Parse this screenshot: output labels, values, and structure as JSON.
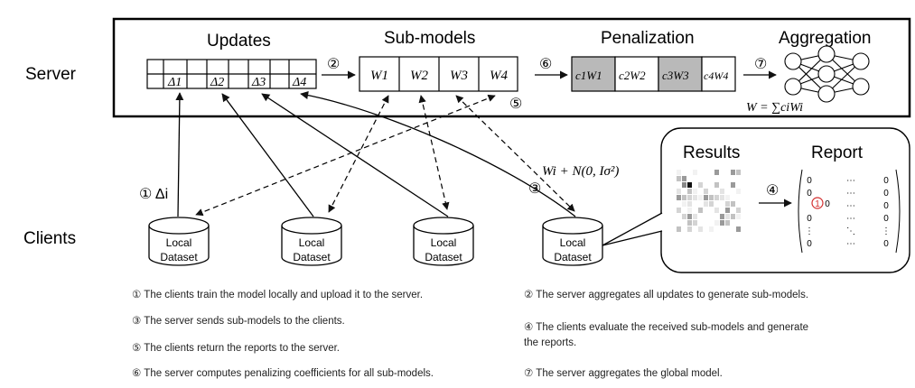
{
  "rows": {
    "server": "Server",
    "clients": "Clients"
  },
  "stages": {
    "updates": "Updates",
    "submodels": "Sub-models",
    "penalization": "Penalization",
    "aggregation": "Aggregation",
    "results": "Results",
    "report": "Report"
  },
  "updates_labels": [
    "Δ1",
    "Δ2",
    "Δ3",
    "Δ4"
  ],
  "submodel_labels": [
    "W1",
    "W2",
    "W3",
    "W4"
  ],
  "penalized_labels": [
    "c1W1",
    "c2W2",
    "c3W3",
    "c4W4"
  ],
  "penalized_highlight": [
    true,
    false,
    true,
    false
  ],
  "aggregation_formula": "W = ∑ciWi",
  "noise_formula": "Wi + N(0, Iσ²)",
  "step_marks": {
    "s1": "① Δi",
    "s2": "②",
    "s3": "③",
    "s4": "④",
    "s5": "⑤",
    "s6": "⑥",
    "s7": "⑦"
  },
  "clients": [
    {
      "line1": "Local",
      "line2": "Dataset"
    },
    {
      "line1": "Local",
      "line2": "Dataset"
    },
    {
      "line1": "Local",
      "line2": "Dataset"
    },
    {
      "line1": "Local",
      "line2": "Dataset"
    }
  ],
  "report_matrix": {
    "col1": [
      "0",
      "0",
      "0",
      "0",
      "⋮",
      "0"
    ],
    "col2": [
      "⋯",
      "⋯",
      "⋯",
      "⋯",
      "⋱",
      "⋯"
    ],
    "col3": [
      "0",
      "0",
      "0",
      "0",
      "⋮",
      "0"
    ],
    "highlight": "1",
    "highlight_neighbor": "0"
  },
  "legend": {
    "l1": "① The clients train the model locally and upload it to the server.",
    "l2": "② The server aggregates all updates to generate sub-models.",
    "l3": "③ The server sends sub-models to the clients.",
    "l4a": "④ The clients evaluate the received sub-models and generate",
    "l4b": "the reports.",
    "l5": "⑤ The clients return the reports to the server.",
    "l6": "⑥ The server computes penalizing coefficients for all sub-models.",
    "l7": "⑦ The server aggregates the global model."
  },
  "colors": {
    "penalized_shade": "#b9b9b9",
    "circle_highlight": "#d32f2f"
  }
}
